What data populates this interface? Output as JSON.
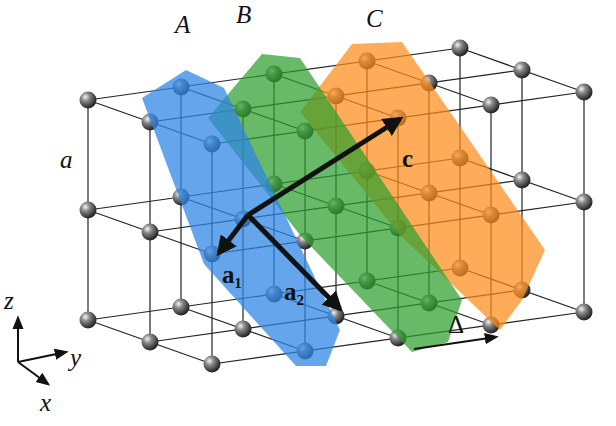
{
  "diagram": {
    "labels": [
      "A",
      "B",
      "C",
      "a",
      "a₁",
      "a₂",
      "c",
      "Δ",
      "z",
      "y",
      "x"
    ]
  }
}
